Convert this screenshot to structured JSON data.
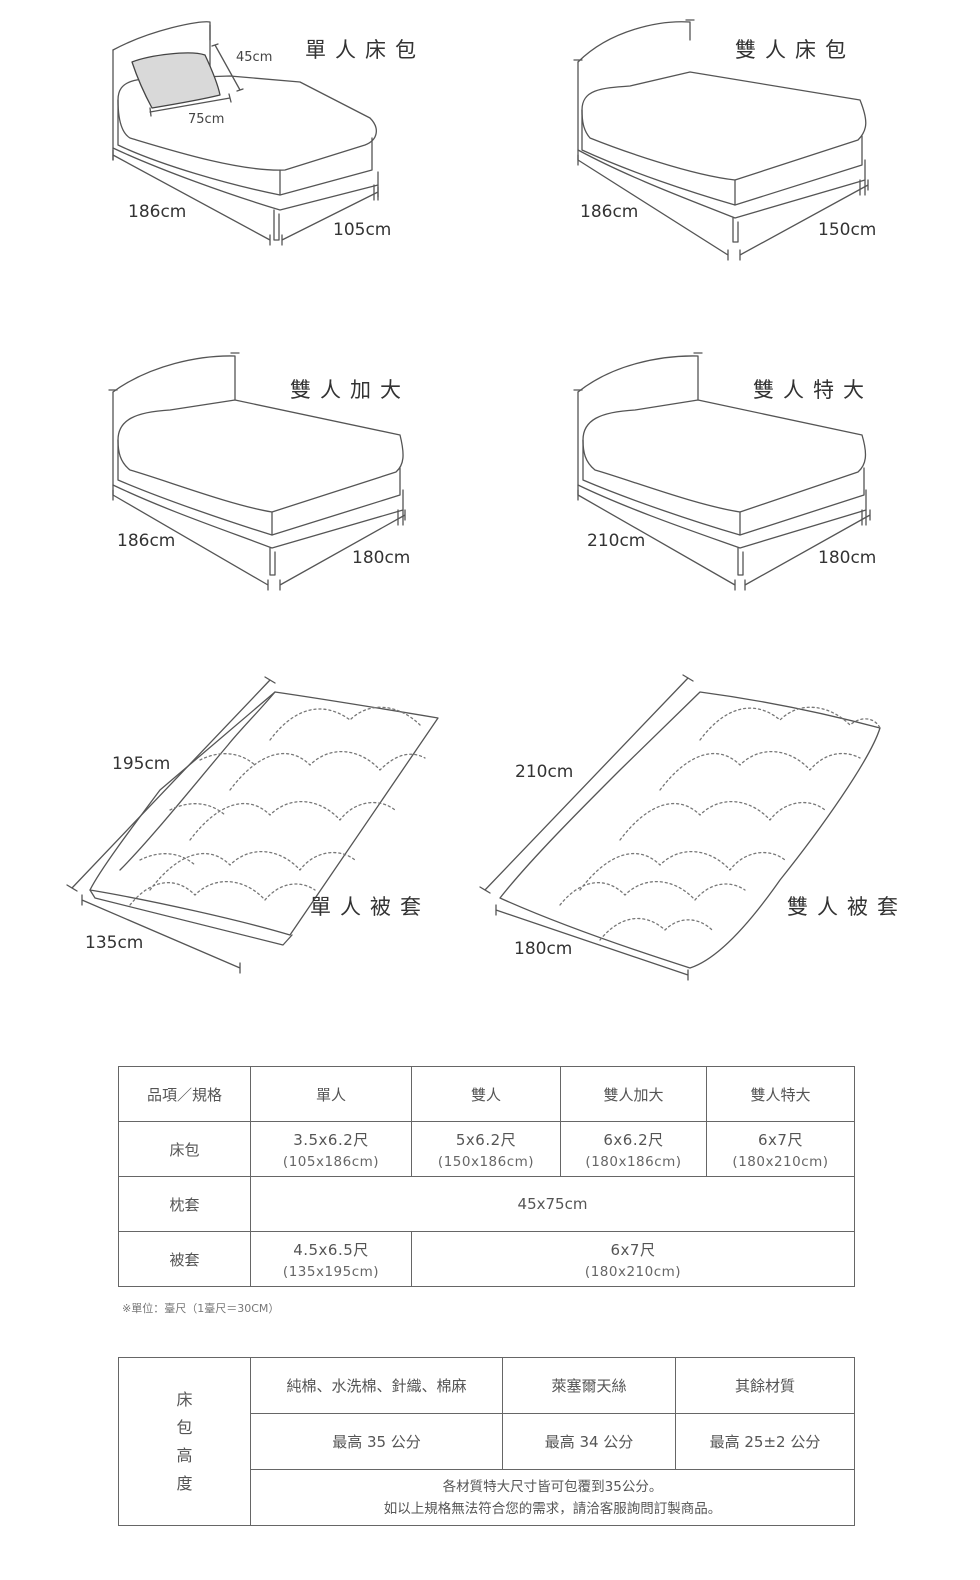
{
  "beds": {
    "single": {
      "title": "單人床包",
      "pillow_width": "45cm",
      "pillow_length": "75cm",
      "length": "186cm",
      "width": "105cm"
    },
    "double": {
      "title": "雙人床包",
      "length": "186cm",
      "width": "150cm"
    },
    "queen": {
      "title": "雙人加大",
      "length": "186cm",
      "width": "180cm"
    },
    "king": {
      "title": "雙人特大",
      "length": "210cm",
      "width": "180cm"
    }
  },
  "duvets": {
    "single": {
      "title": "單人被套",
      "length": "195cm",
      "width": "135cm"
    },
    "double": {
      "title": "雙人被套",
      "length": "210cm",
      "width": "180cm"
    }
  },
  "spec_table": {
    "header": [
      "品項／規格",
      "單人",
      "雙人",
      "雙人加大",
      "雙人特大"
    ],
    "fitted_sheet": {
      "label": "床包",
      "cells": [
        {
          "main": "3.5x6.2尺",
          "sub": "(105x186cm)"
        },
        {
          "main": "5x6.2尺",
          "sub": "(150x186cm)"
        },
        {
          "main": "6x6.2尺",
          "sub": "(180x186cm)"
        },
        {
          "main": "6x7尺",
          "sub": "(180x210cm)"
        }
      ]
    },
    "pillowcase": {
      "label": "枕套",
      "value": "45x75cm"
    },
    "duvet_cover": {
      "label": "被套",
      "single": {
        "main": "4.5x6.5尺",
        "sub": "(135x195cm)"
      },
      "other": {
        "main": "6x7尺",
        "sub": "(180x210cm)"
      }
    },
    "note": "※單位：臺尺（1臺尺＝30CM）"
  },
  "height_table": {
    "label_chars": [
      "床",
      "包",
      "高",
      "度"
    ],
    "headers": [
      "純棉、水洗棉、針織、棉麻",
      "萊塞爾天絲",
      "其餘材質"
    ],
    "values": [
      "最高 35 公分",
      "最高 34 公分",
      "最高 25±2 公分"
    ],
    "footnote_line1": "各材質特大尺寸皆可包覆到35公分。",
    "footnote_line2": "如以上規格無法符合您的需求，請洽客服詢問訂製商品。"
  }
}
